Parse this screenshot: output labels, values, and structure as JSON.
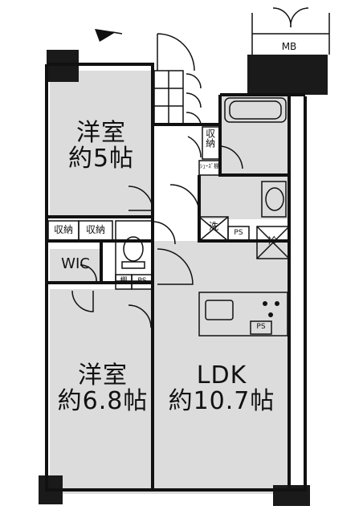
{
  "rooms": {
    "western_1": {
      "name": "洋室",
      "size": "約5帖"
    },
    "western_2": {
      "name": "洋室",
      "size": "約6.8帖"
    },
    "ldk": {
      "name": "LDK",
      "size": "約10.7帖"
    },
    "wic": "WIC"
  },
  "storage": {
    "left": "収納",
    "right": "収納",
    "upper_hall": "収納"
  },
  "labels": {
    "mb": "MB",
    "ps_toilet": "PS",
    "ps_washer": "PS",
    "ps_kitchen": "PS",
    "shelf": "棚",
    "shoe_box": "ｼｭｰｽﾞ棚",
    "washer": "洗",
    "fridge": "冷"
  },
  "colors": {
    "room_fill": "#dcdcdc",
    "wall": "#111111",
    "dark_fill": "#1a1a1a"
  }
}
